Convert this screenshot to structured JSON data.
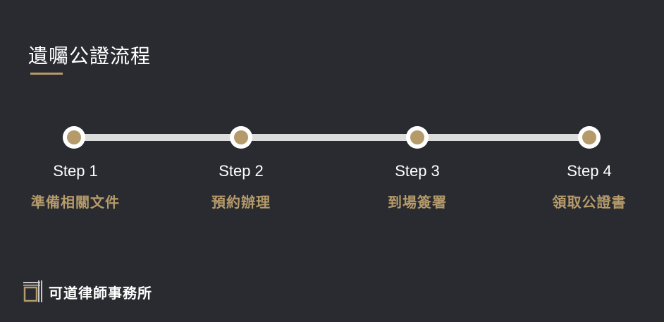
{
  "title": "遺囑公證流程",
  "steps": [
    {
      "step": "Step 1",
      "desc": "準備相關文件"
    },
    {
      "step": "Step 2",
      "desc": "預約辦理"
    },
    {
      "step": "Step 3",
      "desc": "到場簽署"
    },
    {
      "step": "Step 4",
      "desc": "領取公證書"
    }
  ],
  "footer": {
    "brand": "可道律師事務所"
  },
  "colors": {
    "background": "#2a2b30",
    "accent": "#b59a6a",
    "track": "#dcdcdc"
  }
}
